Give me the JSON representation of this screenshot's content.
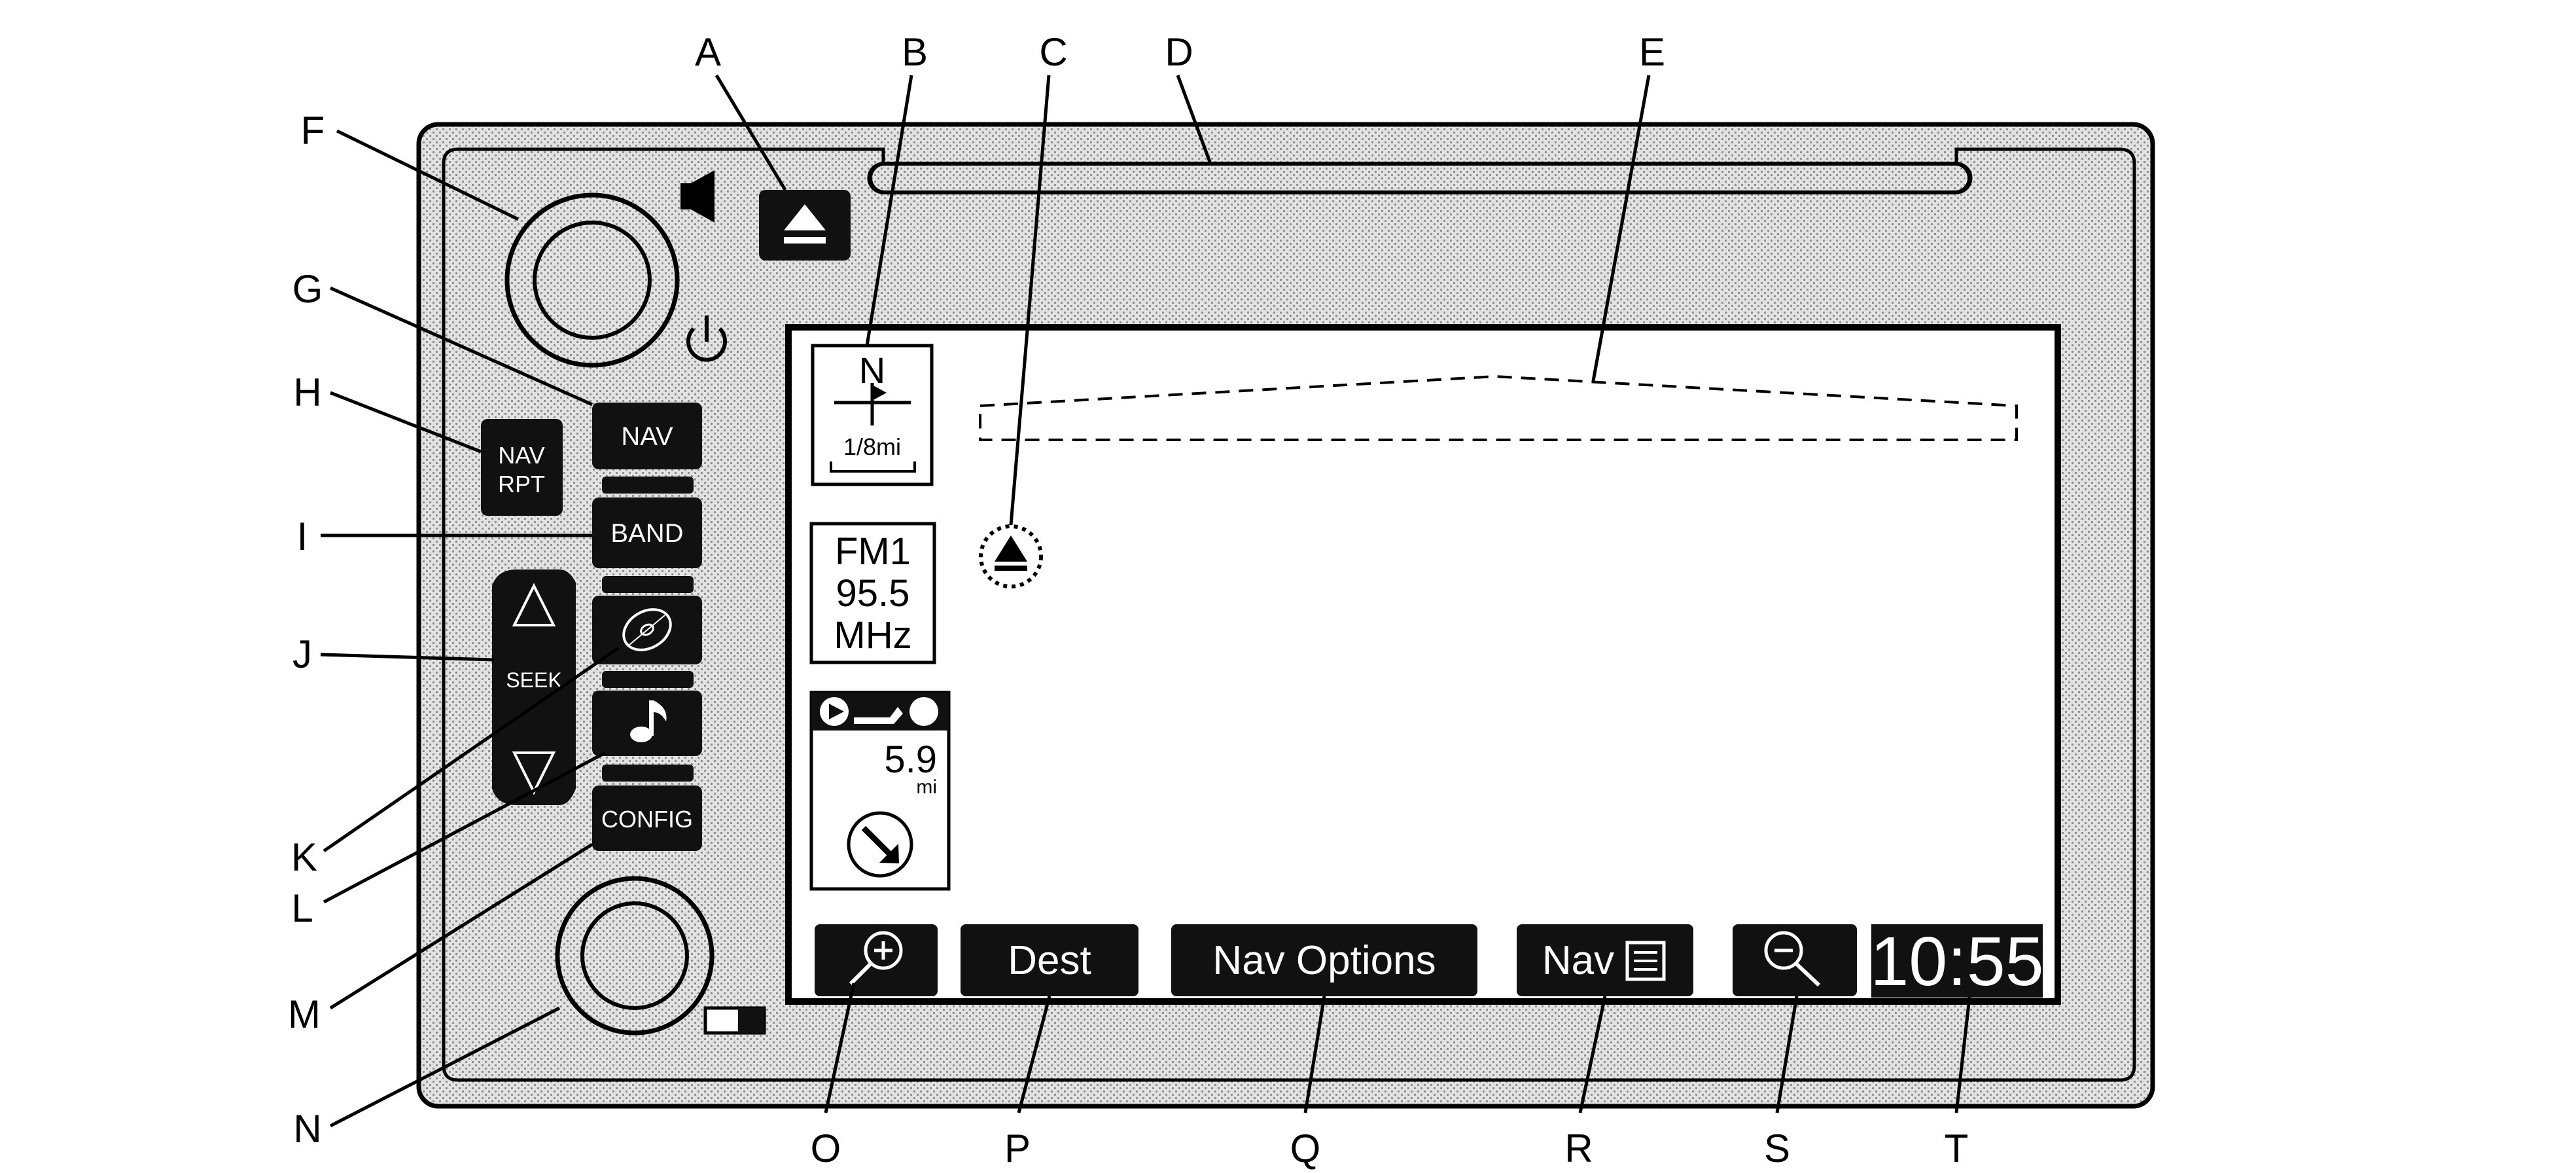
{
  "callouts": {
    "A": "A",
    "B": "B",
    "C": "C",
    "D": "D",
    "E": "E",
    "F": "F",
    "G": "G",
    "H": "H",
    "I": "I",
    "J": "J",
    "K": "K",
    "L": "L",
    "M": "M",
    "N": "N",
    "O": "O",
    "P": "P",
    "Q": "Q",
    "R": "R",
    "S": "S",
    "T": "T"
  },
  "buttons": {
    "nav": "NAV",
    "nav_rpt_line1": "NAV",
    "nav_rpt_line2": "RPT",
    "band": "BAND",
    "seek": "SEEK",
    "config": "CONFIG"
  },
  "screen": {
    "compass_north": "N",
    "map_scale": "1/8mi",
    "band_name": "FM1",
    "frequency": "95.5",
    "frequency_unit": "MHz",
    "turn_distance": "5.9",
    "turn_distance_unit": "mi",
    "softkeys": {
      "dest": "Dest",
      "nav_options": "Nav Options",
      "nav": "Nav"
    },
    "clock": "10:55"
  },
  "colors": {
    "bezel": "#d9d9d9",
    "button": "#111111",
    "screen": "#ffffff"
  },
  "icons": [
    "speaker-icon",
    "eject-icon",
    "power-icon",
    "seek-up-icon",
    "seek-down-icon",
    "cd-icon",
    "music-note-icon",
    "zoom-in-icon",
    "zoom-out-icon",
    "list-icon",
    "vehicle-position-icon",
    "turn-arrow-icon"
  ]
}
